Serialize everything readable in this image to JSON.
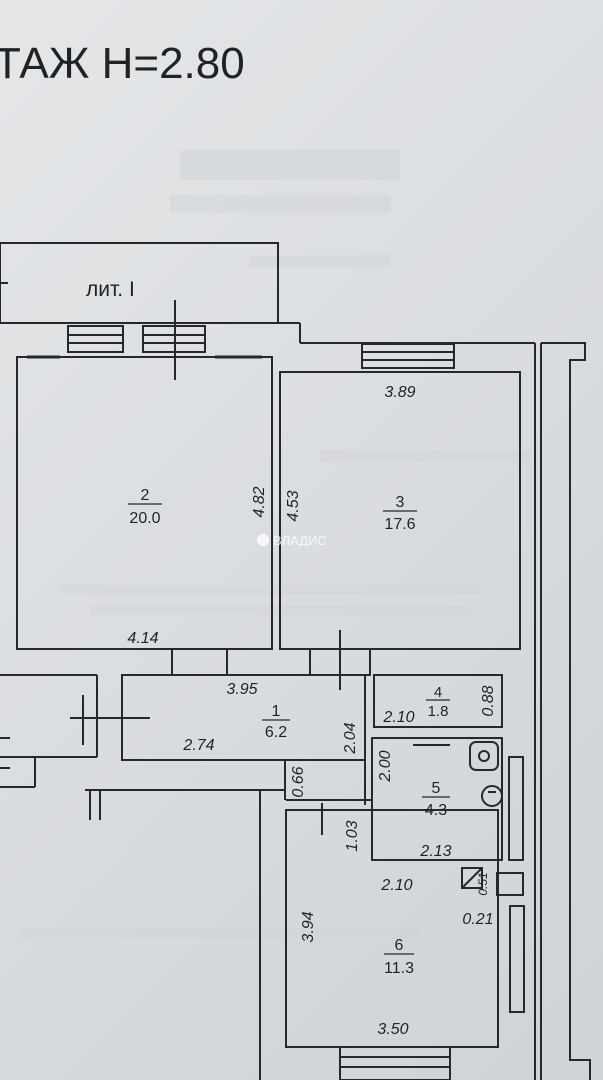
{
  "header": {
    "floor_title": "ТАЖ  Н=2.80"
  },
  "building_label": "лит. I",
  "watermark": "ВЛАДИС",
  "rooms": [
    {
      "id": "2",
      "area": "20.0"
    },
    {
      "id": "3",
      "area": "17.6"
    },
    {
      "id": "1",
      "area": "6.2"
    },
    {
      "id": "4",
      "area": "1.8"
    },
    {
      "id": "5",
      "area": "4.3"
    },
    {
      "id": "6",
      "area": "11.3"
    }
  ],
  "dimensions": {
    "d_3_89": "3.89",
    "d_4_82": "4.82",
    "d_4_53": "4.53",
    "d_4_14": "4.14",
    "d_3_95": "3.95",
    "d_2_74": "2.74",
    "d_2_04": "2.04",
    "d_2_10a": "2.10",
    "d_0_88": "0.88",
    "d_2_00": "2.00",
    "d_0_66": "0.66",
    "d_1_03": "1.03",
    "d_2_13": "2.13",
    "d_2_10b": "2.10",
    "d_0_51": "0.51",
    "d_0_21": "0.21",
    "d_3_94": "3.94",
    "d_3_50": "3.50"
  }
}
